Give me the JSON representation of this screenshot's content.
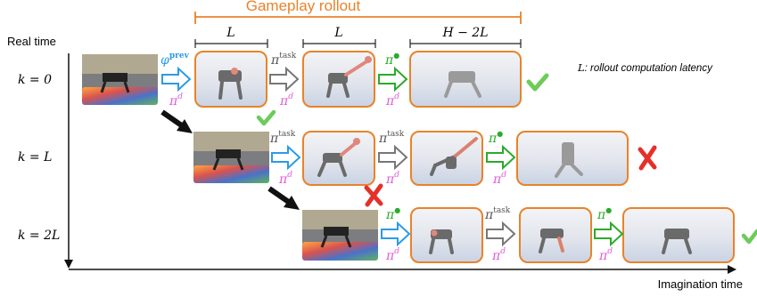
{
  "title": "Gameplay rollout",
  "y_axis_label": "Real time",
  "x_axis_label": "Imagination time",
  "note": ": rollout computation latency",
  "note_symbol": "L",
  "spans": [
    "L",
    "L",
    "H − 2L"
  ],
  "rows": [
    {
      "k_label": "k = 0",
      "first_policy": "φ",
      "first_policy_sup": "prev",
      "steps": [
        {
          "top": "π",
          "top_sup": "task",
          "bottom": "π",
          "bottom_sup": "d",
          "arrow": "gray"
        },
        {
          "top": "π",
          "top_sup": "●",
          "bottom": "π",
          "bottom_sup": "d",
          "arrow": "green"
        }
      ],
      "result": "success"
    },
    {
      "k_label": "k = L",
      "first_policy": "π",
      "first_policy_sup": "task",
      "steps": [
        {
          "top": "π",
          "top_sup": "task",
          "bottom": "π",
          "bottom_sup": "d",
          "arrow": "gray"
        },
        {
          "top": "π",
          "top_sup": "●",
          "bottom": "π",
          "bottom_sup": "d",
          "arrow": "green"
        }
      ],
      "result": "failure"
    },
    {
      "k_label": "k = 2L",
      "first_policy": "π",
      "first_policy_sup": "●",
      "steps": [
        {
          "top": "π",
          "top_sup": "task",
          "bottom": "π",
          "bottom_sup": "d",
          "arrow": "gray"
        },
        {
          "top": "π",
          "top_sup": "●",
          "bottom": "π",
          "bottom_sup": "d",
          "arrow": "green"
        }
      ],
      "result": "success"
    }
  ],
  "colors": {
    "accent_orange": "#E8832A",
    "blue_arrow": "#2A9BE8",
    "gray_arrow": "#777777",
    "green_arrow": "#2BAA2B",
    "pink_policy": "#E05BD8",
    "check_green": "#6DCB5A",
    "cross_red": "#E5302A"
  }
}
